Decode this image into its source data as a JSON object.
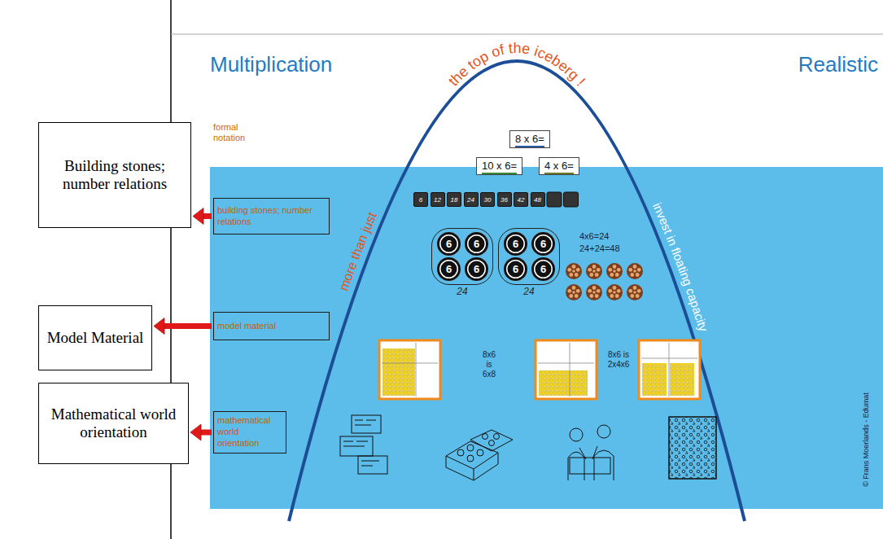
{
  "diagram": {
    "title": "Multiplication",
    "nodes": [
      {
        "text": [
          "Building stones; number relations"
        ]
      },
      {
        "text": [
          "building stones; number relations"
        ]
      },
      {
        "text": [
          "Model Material"
        ]
      },
      {
        "text": [
          "model material"
        ]
      },
      {
        "text": [
          "Mathematical world orientation"
        ]
      },
      {
        "text": [
          "mathematical world orientation"
        ]
      },
      {
        "text": [
          "8 x 6="
        ]
      },
      {
        "text": [
          "10 x 6="
        ]
      },
      {
        "text": [
          "4 x 6="
        ]
      },
      {
        "text": [
          "6"
        ]
      },
      {
        "text": [
          "12"
        ]
      },
      {
        "text": [
          "18"
        ]
      },
      {
        "text": [
          "24"
        ]
      },
      {
        "text": [
          "30"
        ]
      },
      {
        "text": [
          "36"
        ]
      },
      {
        "text": [
          "42"
        ]
      },
      {
        "text": [
          "48"
        ]
      },
      {
        "text": [
          "24"
        ]
      },
      {
        "text": [
          "6"
        ],
        "in": 17
      },
      {
        "text": [
          "6"
        ],
        "in": 17
      },
      {
        "text": [
          "6"
        ],
        "in": 17
      },
      {
        "text": [
          "6"
        ],
        "in": 17
      },
      {
        "text": [
          "24"
        ]
      },
      {
        "text": [
          "6"
        ],
        "in": 22
      },
      {
        "text": [
          "6"
        ],
        "in": 22
      },
      {
        "text": [
          "6"
        ],
        "in": 22
      },
      {
        "text": [
          "6"
        ],
        "in": 22
      }
    ],
    "edges": [
      {
        "from": 1,
        "to": 0,
        "arrow": "to"
      },
      {
        "from": 3,
        "to": 2,
        "arrow": "to"
      },
      {
        "from": 5,
        "to": 4,
        "arrow": "to"
      }
    ],
    "labels": [
      "Realistic",
      "formal notation",
      "the top of the iceberg !",
      "more than just",
      "invest in floating capacity",
      "4x6=24",
      "24+24=48",
      "8x6 is 6x8",
      "8x6 is 2x4x6",
      "© Frans Moerlands - Edumat"
    ]
  }
}
